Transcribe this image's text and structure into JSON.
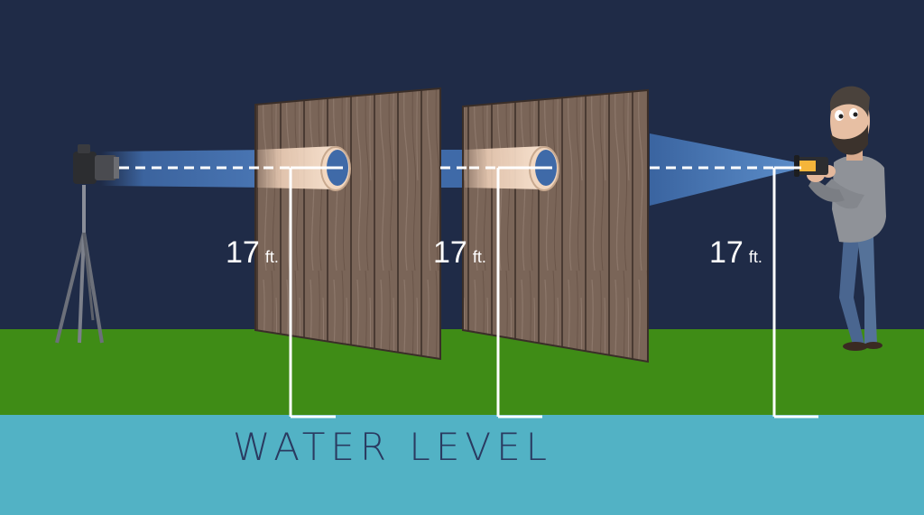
{
  "colors": {
    "sky": "#1f2b47",
    "grass": "#3f8c16",
    "water": "#52b2c5",
    "wood": "#7a6558",
    "wood_dark": "#5e4c42",
    "beam": "#3f6aa8",
    "measure_line": "#ffffff",
    "water_text": "#2a3a60"
  },
  "measurements": [
    {
      "value": "17",
      "unit": "ft."
    },
    {
      "value": "17",
      "unit": "ft."
    },
    {
      "value": "17",
      "unit": "ft."
    }
  ],
  "water_label": "WATER LEVEL",
  "icons": {
    "tripod_camera": "camera-on-tripod-icon",
    "board": "wooden-board-icon",
    "person": "man-holding-flashlight-icon"
  }
}
